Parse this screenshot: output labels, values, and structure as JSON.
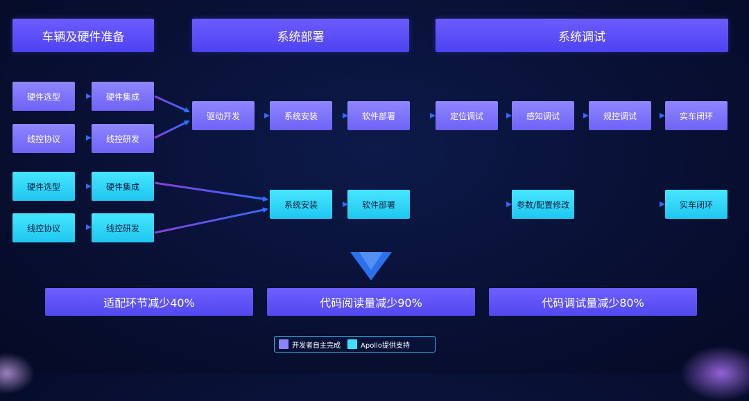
{
  "headers": [
    "车辆及硬件准备",
    "系统部署",
    "系统调试"
  ],
  "row1": {
    "left_top": [
      "硬件选型",
      "硬件集成"
    ],
    "left_bottom": [
      "线控协议",
      "线控研发"
    ],
    "chain": [
      "驱动开发",
      "系统安装",
      "软件部署",
      "定位调试",
      "感知调试",
      "规控调试",
      "实车闭环"
    ]
  },
  "row2": {
    "left_top": [
      "硬件选型",
      "硬件集成"
    ],
    "left_bottom": [
      "线控协议",
      "线控研发"
    ],
    "chain": [
      "系统安装",
      "软件部署",
      "参数/配置修改",
      "实车闭环"
    ]
  },
  "results": [
    "适配环节减少40%",
    "代码阅读量减少90%",
    "代码调试量减少80%"
  ],
  "legend": {
    "developer": "开发者自主完成",
    "apollo": "Apollo提供支持"
  },
  "colors": {
    "developer": "#8c83ff",
    "apollo": "#3ee0ff",
    "header": "#5a4ff5",
    "background": "#081034"
  }
}
